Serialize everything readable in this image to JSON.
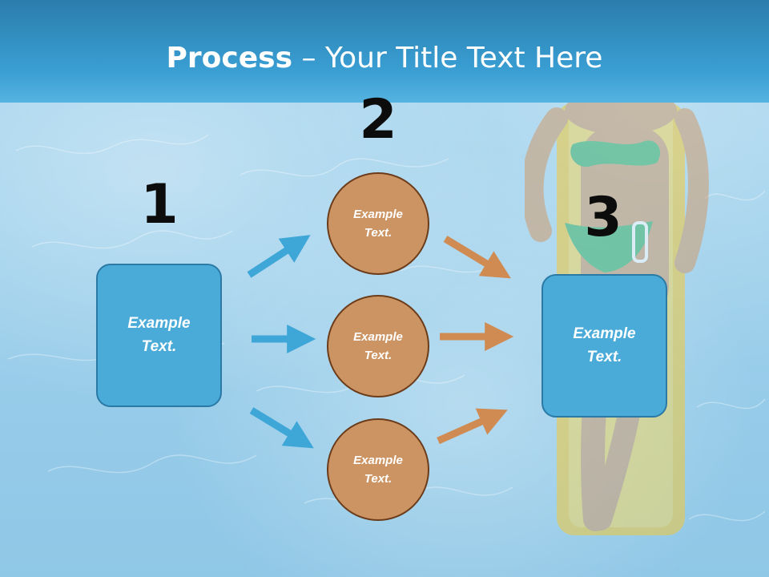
{
  "header": {
    "title_bold": "Process",
    "title_rest": " – Your Title Text Here"
  },
  "steps": [
    {
      "number": "1",
      "box_text": "Example Text."
    },
    {
      "number": "2",
      "circles": [
        "Example Text.",
        "Example Text.",
        "Example Text."
      ]
    },
    {
      "number": "3",
      "box_text": "Example Text."
    }
  ],
  "colors": {
    "header": "#3a9fd4",
    "box_fill": "#4aabd9",
    "circle_fill": "#cd9463",
    "arrow_blue": "#3ea7d8",
    "arrow_orange": "#cf8b52"
  }
}
